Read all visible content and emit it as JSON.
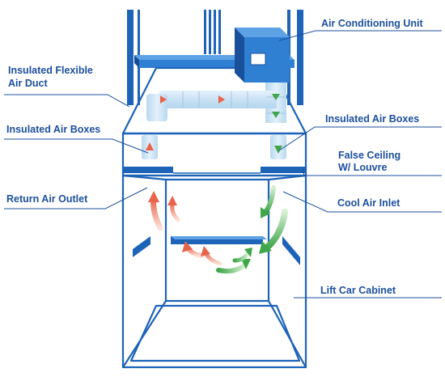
{
  "colors": {
    "frame_blue": "#1d63b8",
    "frame_dark": "#164d95",
    "ac_unit_front": "#2f7fd3",
    "ac_unit_top": "#5ea2e6",
    "ac_unit_side": "#1a4f9c",
    "duct_fill": "#cfe6f6",
    "label_text": "#1c4f9c",
    "return_air_arrow": "#e8634a",
    "cool_air_arrow": "#3fa64a"
  },
  "labels": {
    "air_conditioning_unit": "Air Conditioning Unit",
    "insulated_flexible_air_duct_line1": "Insulated Flexible",
    "insulated_flexible_air_duct_line2": "Air Duct",
    "insulated_air_boxes_left": "Insulated Air Boxes",
    "insulated_air_boxes_right": "Insulated Air Boxes",
    "false_ceiling_line1": "False Ceiling",
    "false_ceiling_line2": "W/ Louvre",
    "return_air_outlet": "Return Air Outlet",
    "cool_air_inlet": "Cool Air Inlet",
    "lift_car_cabinet": "Lift Car Cabinet"
  }
}
